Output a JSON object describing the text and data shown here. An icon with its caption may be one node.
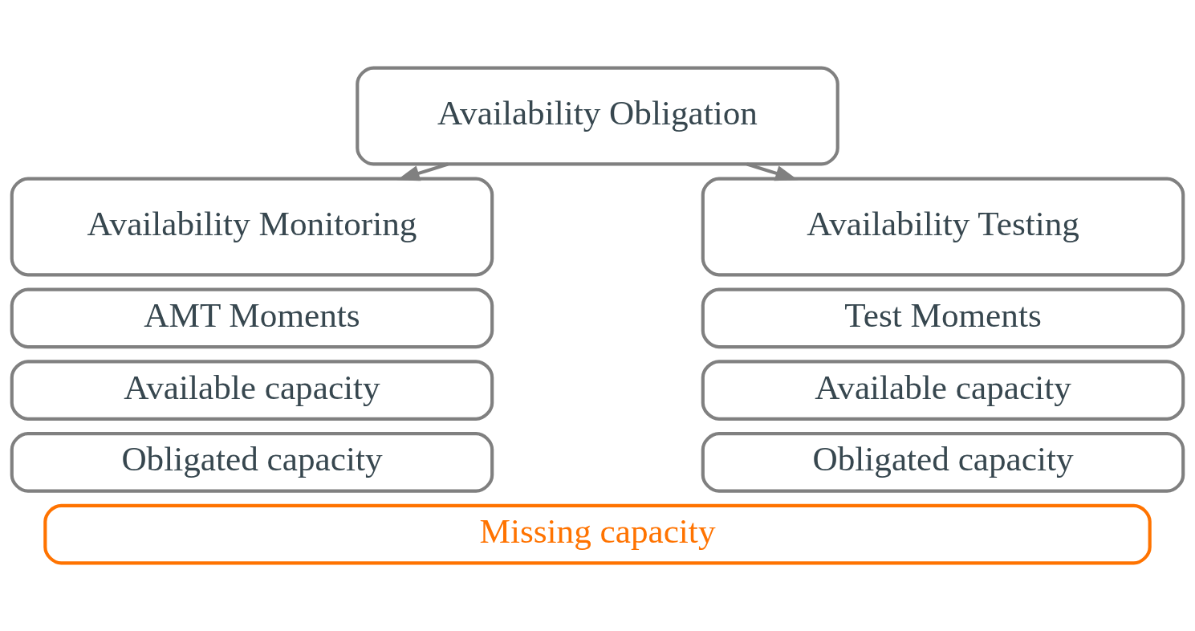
{
  "diagram": {
    "nodes": [
      {
        "text": [
          "Availability Obligation"
        ]
      },
      {
        "text": [
          "Availability Monitoring"
        ]
      },
      {
        "text": [
          "Availability Testing"
        ]
      },
      {
        "text": [
          "AMT Moments"
        ]
      },
      {
        "text": [
          "Test Moments"
        ]
      },
      {
        "text": [
          "Available capacity"
        ]
      },
      {
        "text": [
          "Available capacity"
        ]
      },
      {
        "text": [
          "Obligated capacity"
        ]
      },
      {
        "text": [
          "Obligated capacity"
        ]
      },
      {
        "text": [
          "Missing capacity"
        ]
      }
    ],
    "edges": [
      {
        "from": 0,
        "to": 1,
        "arrow": "to"
      },
      {
        "from": 0,
        "to": 2,
        "arrow": "to"
      }
    ]
  }
}
